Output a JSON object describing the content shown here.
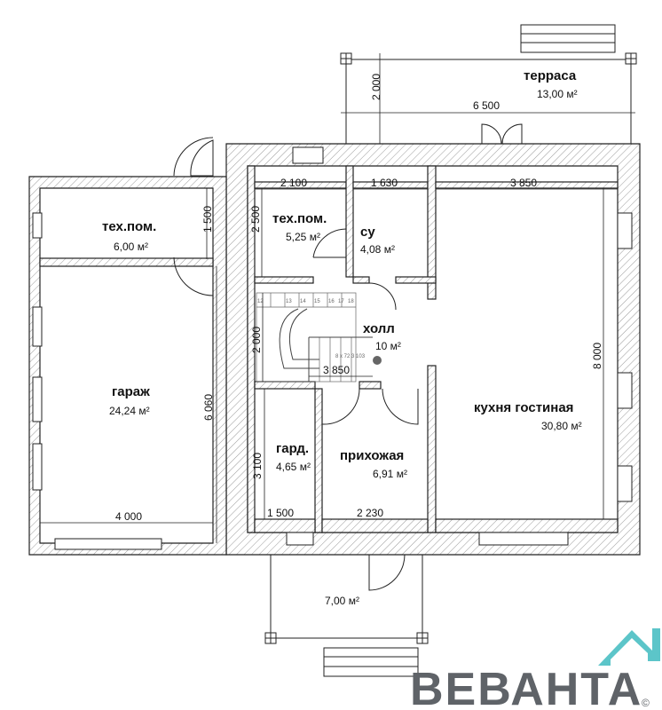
{
  "rooms": [
    {
      "name": "терраса",
      "area": "13,00 м²"
    },
    {
      "name": "тех.пом.",
      "area": "6,00 м²"
    },
    {
      "name": "тех.пом.",
      "area": "5,25 м²"
    },
    {
      "name": "су",
      "area": "4,08 м²"
    },
    {
      "name": "холл",
      "area": "10 м²"
    },
    {
      "name": "гараж",
      "area": "24,24 м²"
    },
    {
      "name": "кухня гостиная",
      "area": "30,80 м²"
    },
    {
      "name": "гард.",
      "area": "4,65 м²"
    },
    {
      "name": "прихожая",
      "area": "6,91 м²"
    },
    {
      "name": "",
      "area": "7,00 м²"
    }
  ],
  "dimensions": {
    "terrace_depth": "2 000",
    "terrace_width": "6 500",
    "tech1_width": "2 100",
    "su_width": "1 630",
    "kitchen_width": "3 850",
    "tech_left_depth": "1 500",
    "tech_mid_depth": "2 500",
    "stair_depth": "2 000",
    "hall_width": "3 850",
    "garage_depth": "6 060",
    "kitchen_depth": "8 000",
    "garderob_depth": "3 100",
    "garderob_width": "1 500",
    "entry_width": "2 230",
    "garage_width": "4 000"
  },
  "stairs": {
    "steps": [
      "12",
      "13",
      "14",
      "15",
      "16",
      "17",
      "18"
    ],
    "note": "8 x 72 3 103"
  },
  "logo": {
    "text": "ВЕВАНТА",
    "mark": "©",
    "color": "#5f6368",
    "accent": "#5cc5c9"
  }
}
